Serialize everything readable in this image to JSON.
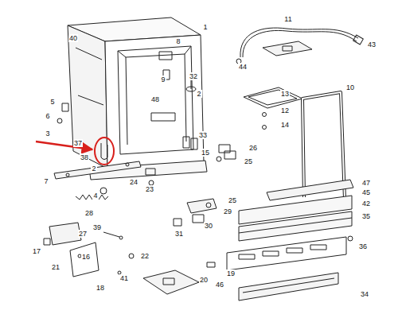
{
  "diagram": {
    "labels": [
      "40",
      "8",
      "1",
      "11",
      "43",
      "44",
      "9",
      "32",
      "2",
      "5",
      "6",
      "3",
      "48",
      "13",
      "12",
      "14",
      "10",
      "37",
      "38",
      "2",
      "33",
      "15",
      "26",
      "25",
      "7",
      "24",
      "23",
      "4",
      "28",
      "25",
      "29",
      "30",
      "31",
      "47",
      "45",
      "42",
      "35",
      "39",
      "17",
      "27",
      "16",
      "21",
      "22",
      "36",
      "19",
      "20",
      "46",
      "41",
      "18",
      "34"
    ]
  }
}
